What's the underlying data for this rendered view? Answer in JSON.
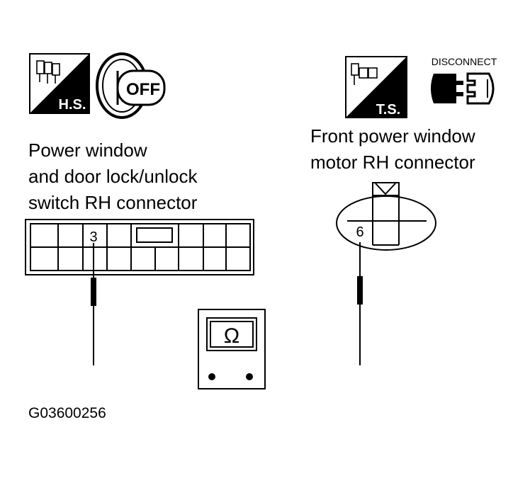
{
  "left_connector": {
    "label_lines": [
      "Power window",
      "and door lock/unlock",
      "switch RH connector"
    ],
    "terminal": "3",
    "badge": "H.S.",
    "key_text": "OFF"
  },
  "right_connector": {
    "label_lines": [
      "Front power window",
      "motor RH connector"
    ],
    "terminal": "6",
    "badge": "T.S.",
    "disconnect_label": "DISCONNECT"
  },
  "meter": {
    "symbol": "Ω"
  },
  "figure_id": "G03600256"
}
